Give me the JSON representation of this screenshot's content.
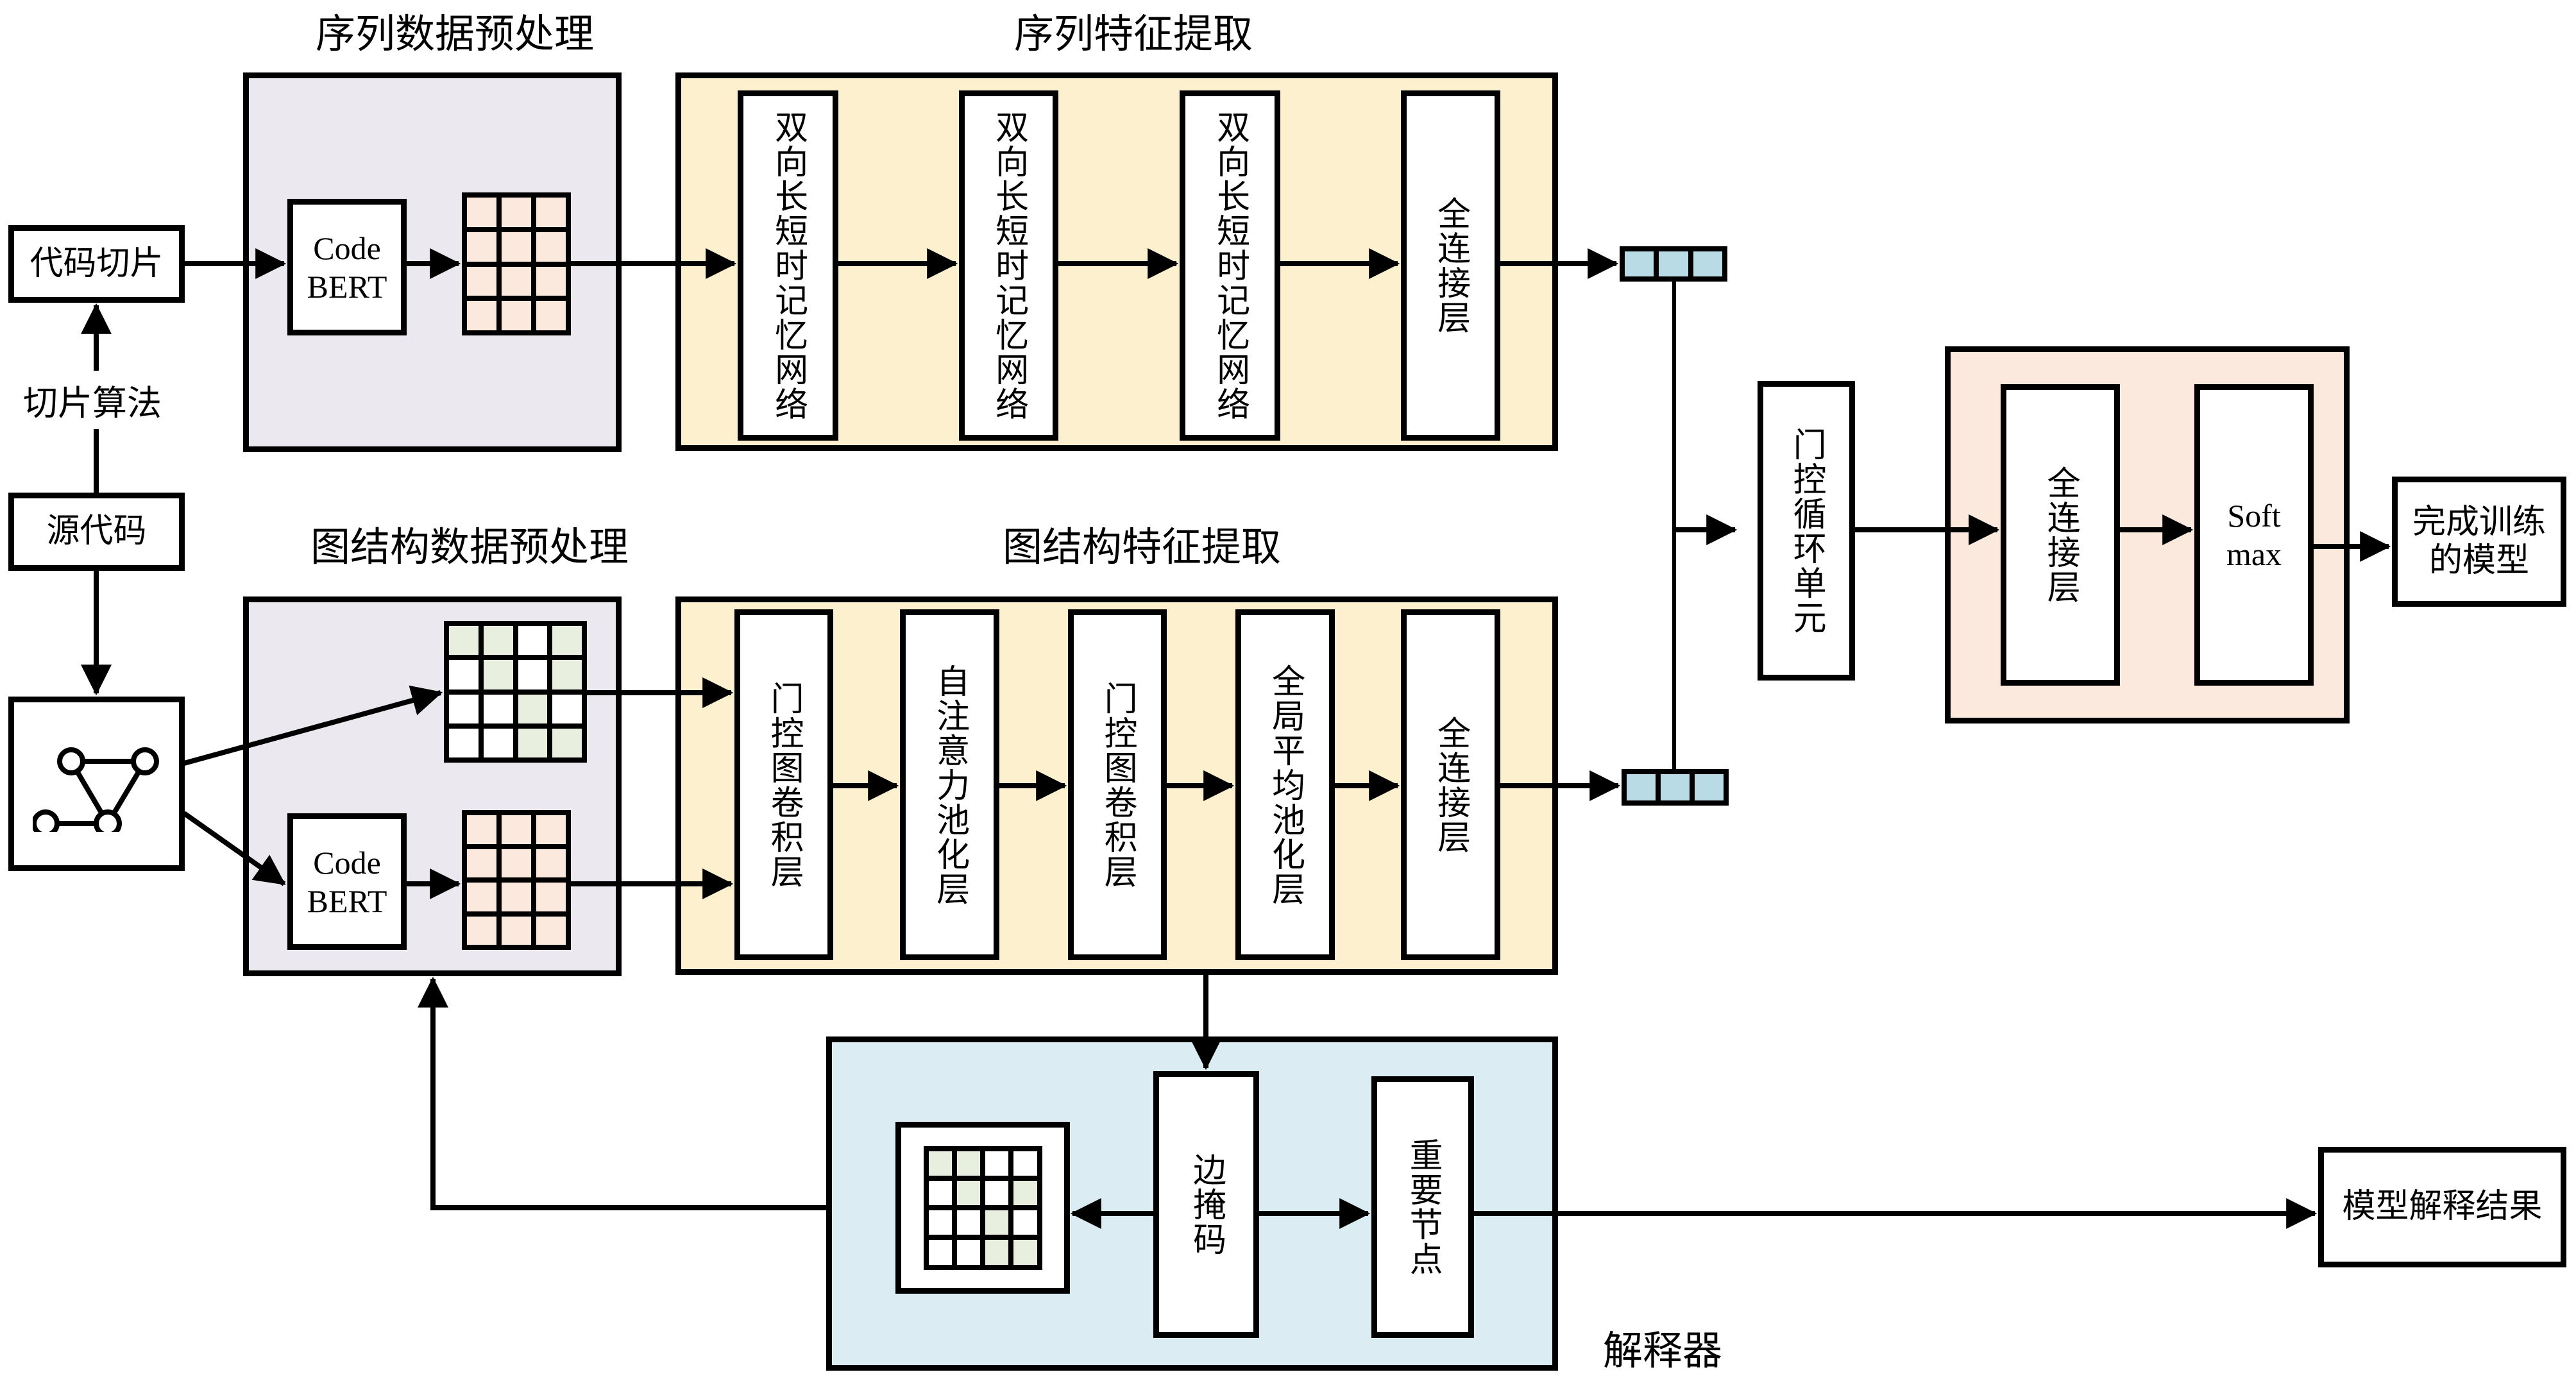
{
  "colors": {
    "seq_preproc_bg": "#ebe8f0",
    "feature_bg": "#fdf0cf",
    "classifier_bg": "#fbe9dd",
    "explainer_bg": "#dbedf3",
    "peach_cell": "#fbe9dd",
    "green_cell": "#e8efdf",
    "vector_cell": "#b8dbe5",
    "line": "#000000"
  },
  "input": {
    "code_slice": "代码切片",
    "slicing_algorithm": "切片算法",
    "source_code": "源代码",
    "graph_icon": "graph-icon"
  },
  "sequence_preprocessing": {
    "title": "序列数据预处理",
    "codebert": [
      "Code",
      "BERT"
    ],
    "embedding_grid": {
      "rows": 4,
      "cols": 3
    }
  },
  "sequence_features": {
    "title": "序列特征提取",
    "layers": [
      "双向长短时记忆网络",
      "双向长短时记忆网络",
      "双向长短时记忆网络",
      "全连接层"
    ],
    "output_vector_cells": 3
  },
  "graph_preprocessing": {
    "title": "图结构数据预处理",
    "adjacency_grid": {
      "rows": 4,
      "cols": 4,
      "pattern": [
        [
          1,
          1,
          0,
          1
        ],
        [
          0,
          1,
          0,
          1
        ],
        [
          0,
          0,
          1,
          0
        ],
        [
          0,
          0,
          1,
          1
        ]
      ]
    },
    "codebert": [
      "Code",
      "BERT"
    ],
    "embedding_grid": {
      "rows": 4,
      "cols": 3
    }
  },
  "graph_features": {
    "title": "图结构特征提取",
    "layers": [
      "门控图卷积层",
      "自注意力池化层",
      "门控图卷积层",
      "全局平均池化层",
      "全连接层"
    ],
    "output_vector_cells": 3
  },
  "fusion": {
    "gru": "门控循环单元"
  },
  "classifier": {
    "fc": "全连接层",
    "softmax": [
      "Soft",
      "max"
    ]
  },
  "output": {
    "trained_model": [
      "完成训练",
      "的模型"
    ],
    "explanation_result": "模型解释结果"
  },
  "explainer": {
    "title": "解释器",
    "edge_mask": "边掩码",
    "important_nodes": "重要节点",
    "mask_grid": {
      "rows": 4,
      "cols": 4,
      "pattern": [
        [
          1,
          1,
          0,
          0
        ],
        [
          0,
          1,
          0,
          1
        ],
        [
          0,
          0,
          1,
          0
        ],
        [
          0,
          0,
          1,
          1
        ]
      ]
    }
  }
}
